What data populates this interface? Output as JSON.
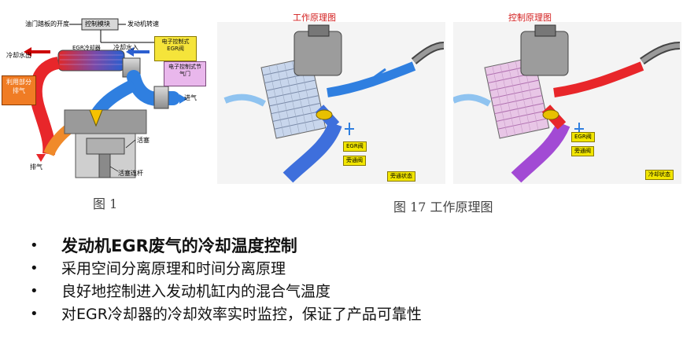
{
  "figure1": {
    "caption": "图 1",
    "labels": {
      "throttle_opening": "油门踏板的开度",
      "control_module": "控制模块",
      "engine_speed": "发动机转速",
      "coolant_out": "冷却水出",
      "egr_cooler": "EGR冷却器",
      "coolant_in": "冷却水入",
      "e_egr_valve": "电子控制式EGR阀",
      "e_throttle": "电子控制式节气门",
      "use_partial_exhaust": "利用部分排气",
      "intake": "进气",
      "exhaust": "排气",
      "piston": "活塞",
      "connecting_rod": "活塞连杆"
    }
  },
  "figure17": {
    "caption": "图 17  工作原理图",
    "left": {
      "title": "工作原理图",
      "egr_valve": "EGR阀",
      "bypass_valve": "旁通阀",
      "state": "旁通状态"
    },
    "right": {
      "title": "控制原理图",
      "egr_valve": "EGR阀",
      "bypass_valve": "旁通阀",
      "state": "冷却状态"
    }
  },
  "bullets": [
    {
      "text": "发动机EGR废气的冷却温度控制",
      "bold": true
    },
    {
      "text": "采用空间分离原理和时间分离原理",
      "bold": false
    },
    {
      "text": "良好地控制进入发动机缸内的混合气温度",
      "bold": false
    },
    {
      "text": "对EGR冷却器的冷却效率实时监控，保证了产品可靠性",
      "bold": false
    }
  ],
  "bullet_symbol": "•",
  "colors": {
    "hot_exhaust": "#e8262a",
    "cooled_gas": "#2c6bd6",
    "intake_air": "#2f7fe0",
    "partial_exhaust_box": "#f07c24",
    "egr_valve_box": "#f5e43a",
    "throttle_box": "#e9b7ec",
    "title_red": "#d21b1b"
  }
}
